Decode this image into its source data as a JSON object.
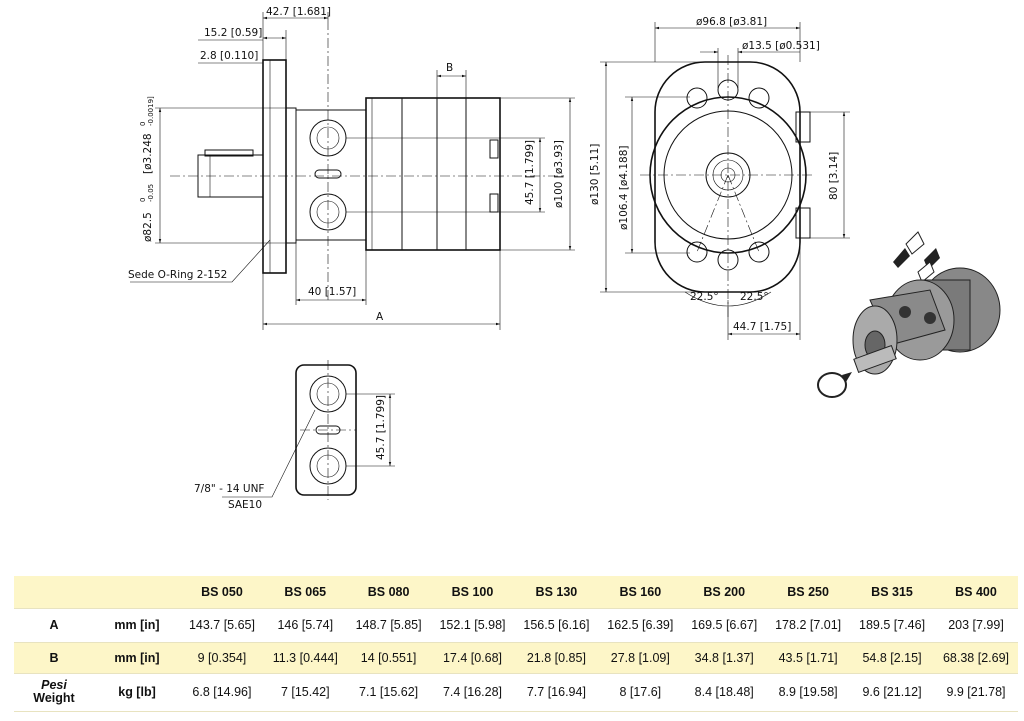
{
  "drawing": {
    "side_view": {
      "dims": {
        "d_42_7": "42.7 [1.681]",
        "d_15_2": "15.2 [0.59]",
        "d_2_8": "2.8 [0.110]",
        "d_b": "B",
        "d_82_5_main": "ø82.5",
        "d_82_5_tol_hi": "0",
        "d_82_5_tol_lo": "-0.05",
        "d_3_248_main": "[ø3.248",
        "d_3_248_tol_hi": "0",
        "d_3_248_tol_lo": "-0.0019]",
        "d_45_7": "45.7 [1.799]",
        "d_100": "ø100 [ø3.93]",
        "d_40": "40 [1.57]",
        "d_a": "A",
        "oring_note": "Sede O-Ring 2-152"
      }
    },
    "front_view": {
      "dims": {
        "d_96_8": "ø96.8 [ø3.81]",
        "d_13_5": "ø13.5 [ø0.531]",
        "d_130": "ø130 [5.11]",
        "d_106_4": "ø106.4 [ø4.188]",
        "d_80": "80 [3.14]",
        "d_angle_left": "22.5°",
        "d_angle_right": "22.5°",
        "d_44_7": "44.7 [1.75]"
      }
    },
    "port_view": {
      "dims": {
        "d_45_7": "45.7 [1.799]",
        "thread_line1": "7/8\" - 14 UNF",
        "thread_line2": "SAE10"
      }
    }
  },
  "table": {
    "columns": [
      "BS 050",
      "BS 065",
      "BS 080",
      "BS 100",
      "BS 130",
      "BS 160",
      "BS 200",
      "BS 250",
      "BS 315",
      "BS 400"
    ],
    "rows": [
      {
        "label": "A",
        "unit": "mm [in]",
        "values": [
          "143.7 [5.65]",
          "146 [5.74]",
          "148.7 [5.85]",
          "152.1 [5.98]",
          "156.5 [6.16]",
          "162.5 [6.39]",
          "169.5 [6.67]",
          "178.2 [7.01]",
          "189.5 [7.46]",
          "203 [7.99]"
        ]
      },
      {
        "label": "B",
        "unit": "mm [in]",
        "values": [
          "9 [0.354]",
          "11.3 [0.444]",
          "14 [0.551]",
          "17.4 [0.68]",
          "21.8 [0.85]",
          "27.8 [1.09]",
          "34.8 [1.37]",
          "43.5 [1.71]",
          "54.8 [2.15]",
          "68.38 [2.69]"
        ]
      },
      {
        "label_line1": "Pesi",
        "label_line2": "Weight",
        "unit": "kg [lb]",
        "values": [
          "6.8 [14.96]",
          "7 [15.42]",
          "7.1 [15.62]",
          "7.4 [16.28]",
          "7.7 [16.94]",
          "8 [17.6]",
          "8.4 [18.48]",
          "8.9 [19.58]",
          "9.6 [21.12]",
          "9.9 [21.78]"
        ]
      }
    ]
  }
}
